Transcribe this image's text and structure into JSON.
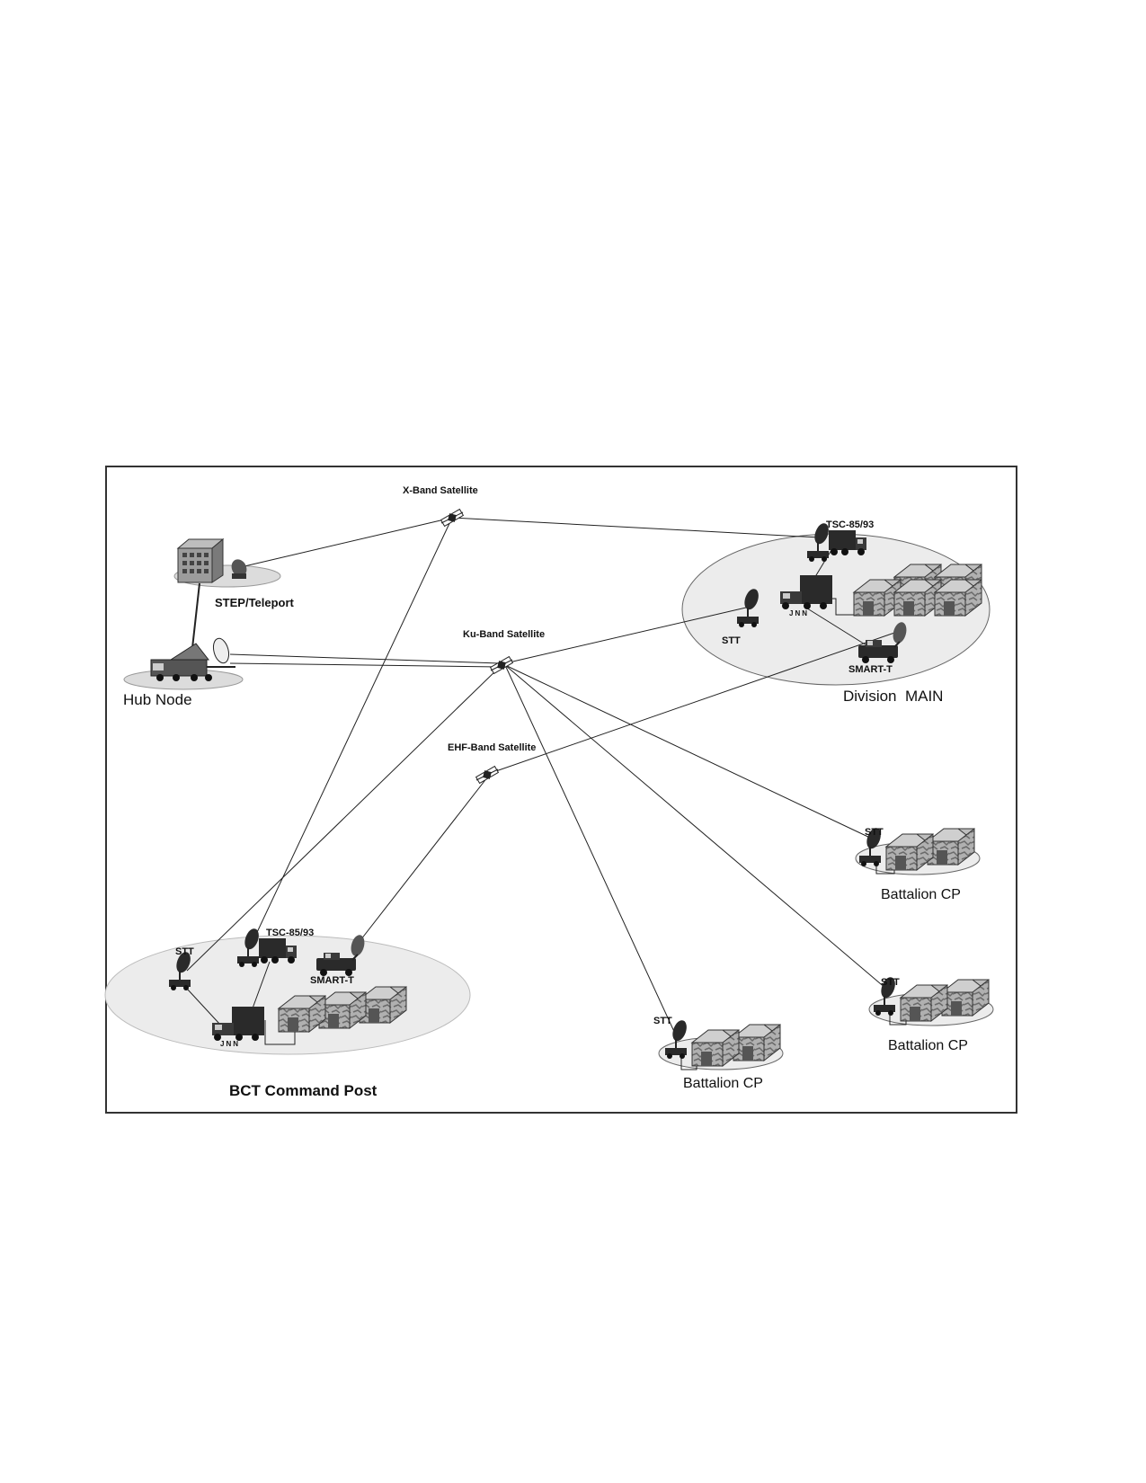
{
  "diagram": {
    "satellites": {
      "x_band": "X-Band Satellite",
      "ku_band": "Ku-Band Satellite",
      "ehf_band": "EHF-Band Satellite"
    },
    "nodes": {
      "step_teleport": "STEP/Teleport",
      "hub_node": "Hub Node",
      "division_main": "Division  MAIN",
      "bct_command_post": "BCT Command Post",
      "battalion_cp_1": "Battalion CP",
      "battalion_cp_2": "Battalion CP",
      "battalion_cp_3": "Battalion CP"
    },
    "equipment": {
      "division_tsc": "TSC-85/93",
      "division_jnn": "JNN",
      "division_stt": "STT",
      "division_smart_t": "SMART-T",
      "bct_stt": "STT",
      "bct_tsc": "TSC-85/93",
      "bct_smart_t": "SMART-T",
      "bct_jnn": "JNN",
      "bn1_stt": "STT",
      "bn2_stt": "STT",
      "bn3_stt": "STT"
    }
  },
  "colors": {
    "frame": "#333333",
    "enclave_fill": "#e6e6e6",
    "equipment": "#2a2a2a",
    "shelter": "#9a9a9a"
  }
}
